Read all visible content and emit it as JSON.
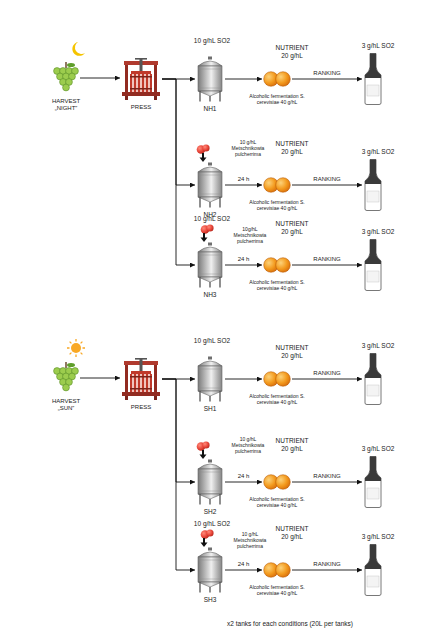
{
  "diagram": {
    "caption": "x2 tanks for each conditions (20L per tanks)",
    "nodes": [
      {
        "text": [
          "HARVEST „NIGHT”"
        ]
      },
      {
        "text": [
          "PRESS"
        ]
      },
      {
        "text": [
          "NH1"
        ]
      },
      {
        "text": [
          "NUTRIENT 20 g/hL",
          "Alcoholic fermentation S. cerevisiae 40 g/hL"
        ]
      },
      {
        "text": [
          "3 g/hL SO2"
        ]
      },
      {
        "text": [
          "NH2"
        ]
      },
      {
        "text": [
          "NUTRIENT 20 g/hL",
          "Alcoholic fermentation S. cerevisiae 40 g/hL"
        ]
      },
      {
        "text": [
          "3 g/hL SO2"
        ]
      },
      {
        "text": [
          "NH3"
        ]
      },
      {
        "text": [
          "NUTRIENT 20 g/hL",
          "Alcoholic fermentation S. cerevisiae 40 g/hL"
        ]
      },
      {
        "text": [
          "3 g/hL SO2"
        ]
      },
      {
        "text": [
          "HARVEST „SUN”"
        ]
      },
      {
        "text": [
          "PRESS"
        ]
      },
      {
        "text": [
          "SH1"
        ]
      },
      {
        "text": [
          "NUTRIENT 20 g/hL",
          "Alcoholic fermentation S. cerevisiae 40 g/hL"
        ]
      },
      {
        "text": [
          "3 g/hL SO2"
        ]
      },
      {
        "text": [
          "SH2"
        ]
      },
      {
        "text": [
          "NUTRIENT 20 g/hL",
          "Alcoholic fermentation S. cerevisiae 40 g/hL"
        ]
      },
      {
        "text": [
          "3 g/hL SO2"
        ]
      },
      {
        "text": [
          "SH3"
        ]
      },
      {
        "text": [
          "NUTRIENT 20 g/hL",
          "Alcoholic fermentation S. cerevisiae 40 g/hL"
        ]
      },
      {
        "text": [
          "3 g/hL SO2"
        ]
      }
    ],
    "edges": [
      {
        "from": 0,
        "to": 1,
        "arrow": "to"
      },
      {
        "from": 1,
        "to": 2,
        "arrow": "to"
      },
      {
        "from": 1,
        "to": 5,
        "arrow": "to"
      },
      {
        "from": 1,
        "to": 8,
        "arrow": "to"
      },
      {
        "from": 2,
        "to": 3,
        "arrow": "to"
      },
      {
        "from": 3,
        "to": 4,
        "label": "RANKING",
        "arrow": "to"
      },
      {
        "from": 5,
        "to": 6,
        "label": "24 h",
        "arrow": "to"
      },
      {
        "from": 6,
        "to": 7,
        "label": "RANKING",
        "arrow": "to"
      },
      {
        "from": 8,
        "to": 9,
        "label": "24 h",
        "arrow": "to"
      },
      {
        "from": 9,
        "to": 10,
        "label": "RANKING",
        "arrow": "to"
      },
      {
        "from": 11,
        "to": 12,
        "arrow": "to"
      },
      {
        "from": 12,
        "to": 13,
        "arrow": "to"
      },
      {
        "from": 12,
        "to": 16,
        "arrow": "to"
      },
      {
        "from": 12,
        "to": 19,
        "arrow": "to"
      },
      {
        "from": 13,
        "to": 14,
        "arrow": "to"
      },
      {
        "from": 14,
        "to": 15,
        "label": "RANKING",
        "arrow": "to"
      },
      {
        "from": 16,
        "to": 17,
        "label": "24 h",
        "arrow": "to"
      },
      {
        "from": 17,
        "to": 18,
        "label": "RANKING",
        "arrow": "to"
      },
      {
        "from": 19,
        "to": 20,
        "label": "24 h",
        "arrow": "to"
      },
      {
        "from": 20,
        "to": 21,
        "label": "RANKING",
        "arrow": "to"
      }
    ],
    "labels": [
      "10 g/hL SO2",
      "10 g/hL Metschnikowia pulcherrima",
      "10 g/hL SO2",
      "10g/hL Metschnikowia pulcherrima",
      "10 g/hL SO2",
      "10 g/hL Metschnikowia pulcherrima",
      "10 g/hL SO2",
      "10 g/hL Metschnikowia pulcherrima"
    ]
  }
}
